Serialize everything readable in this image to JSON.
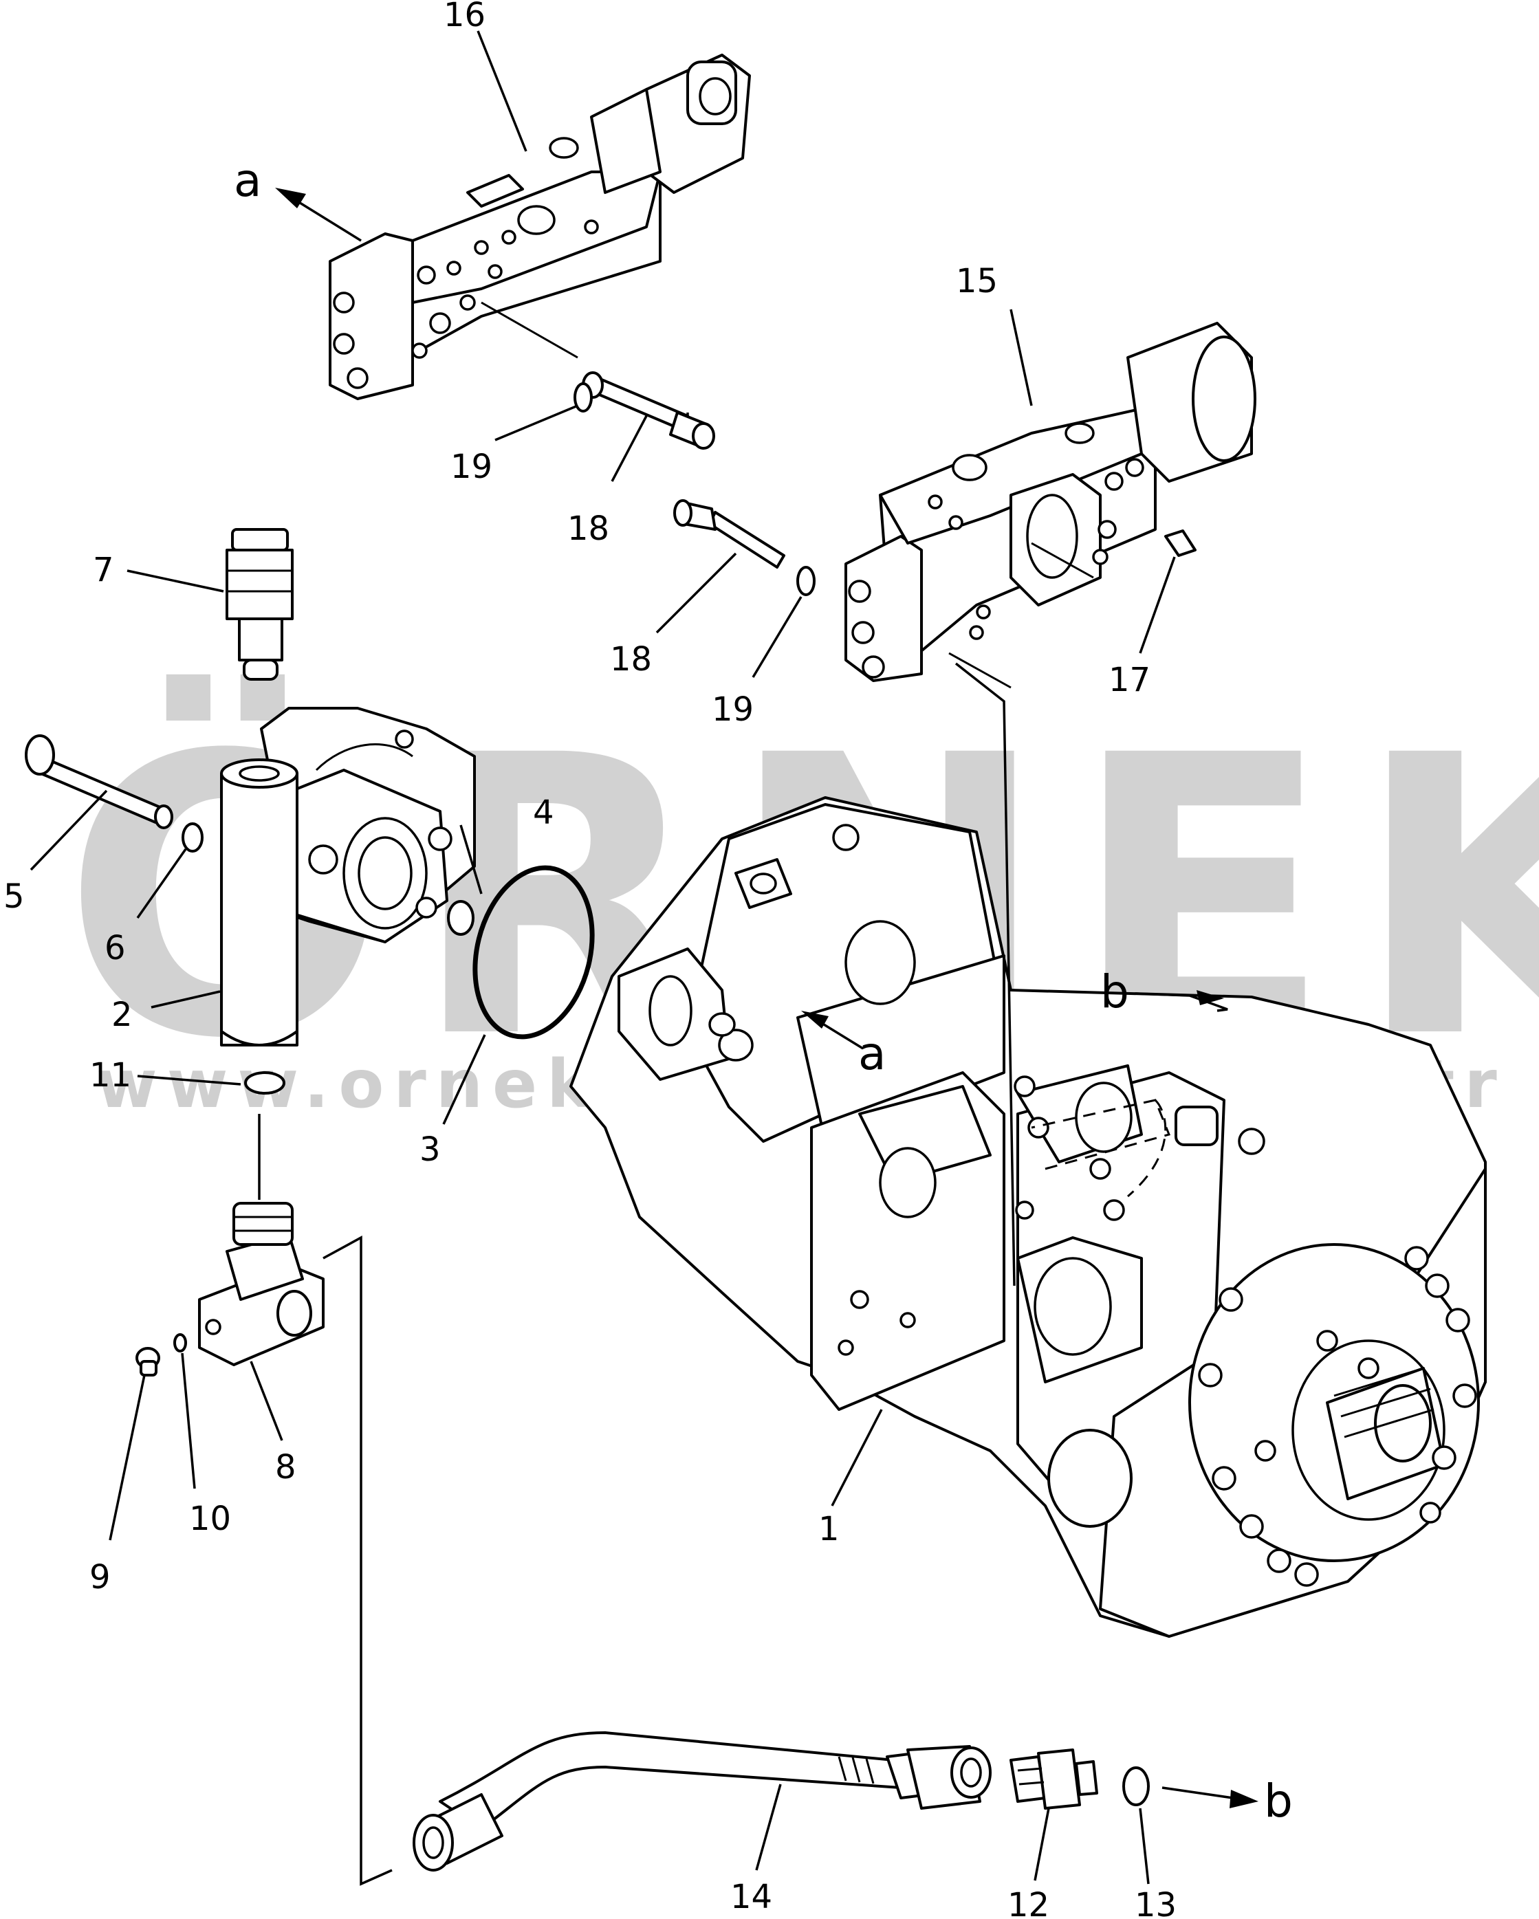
{
  "watermark": {
    "brand": "ÖRNEK",
    "url": "www.ornekismakinalari.com.tr"
  },
  "callouts": [
    {
      "id": "1",
      "text": "1"
    },
    {
      "id": "2",
      "text": "2"
    },
    {
      "id": "3",
      "text": "3"
    },
    {
      "id": "4",
      "text": "4"
    },
    {
      "id": "5",
      "text": "5"
    },
    {
      "id": "6",
      "text": "6"
    },
    {
      "id": "7",
      "text": "7"
    },
    {
      "id": "8",
      "text": "8"
    },
    {
      "id": "9",
      "text": "9"
    },
    {
      "id": "10",
      "text": "10"
    },
    {
      "id": "11",
      "text": "11"
    },
    {
      "id": "12",
      "text": "12"
    },
    {
      "id": "13",
      "text": "13"
    },
    {
      "id": "14",
      "text": "14"
    },
    {
      "id": "15",
      "text": "15"
    },
    {
      "id": "16",
      "text": "16"
    },
    {
      "id": "17",
      "text": "17"
    },
    {
      "id": "18a",
      "text": "18"
    },
    {
      "id": "18b",
      "text": "18"
    },
    {
      "id": "19a",
      "text": "19"
    },
    {
      "id": "19b",
      "text": "19"
    }
  ],
  "references": {
    "a_top": "a",
    "a_mid": "a",
    "b_mid": "b",
    "b_bottom": "b"
  }
}
